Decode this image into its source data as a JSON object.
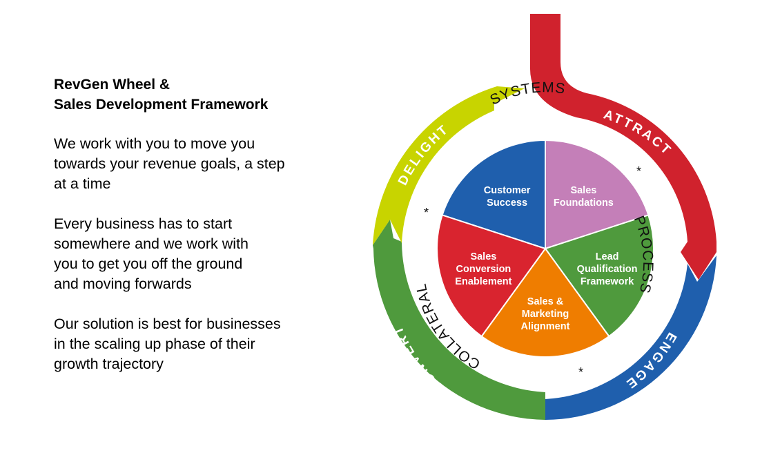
{
  "intro": {
    "heading_line1": "RevGen Wheel &",
    "heading_line2": "Sales Development Framework",
    "paragraphs": [
      "We work with you to move you\ntowards your revenue goals, a step\nat a time",
      "Every business has to start\nsomewhere and we work with\nyou to get you off the ground\nand moving forwards",
      "Our solution is best for businesses\nin the scaling up phase of their\ngrowth trajectory"
    ]
  },
  "wheel": {
    "segments": [
      {
        "line1": "Customer",
        "line2": "Success",
        "line3": "",
        "color": "#1f5fad"
      },
      {
        "line1": "Sales",
        "line2": "Foundations",
        "line3": "",
        "color": "#c47fb8"
      },
      {
        "line1": "Lead",
        "line2": "Qualification",
        "line3": "Framework",
        "color": "#4f9a3d"
      },
      {
        "line1": "Sales &",
        "line2": "Marketing",
        "line3": "Alignment",
        "color": "#ef7d00"
      },
      {
        "line1": "Sales",
        "line2": "Conversion",
        "line3": "Enablement",
        "color": "#d9242f"
      }
    ],
    "ring_labels": {
      "systems": "SYSTEMS",
      "process": "PROCESS",
      "collateral": "COLLATERAL"
    },
    "arrows": {
      "attract": {
        "label": "ATTRACT",
        "color": "#d0222d"
      },
      "engage": {
        "label": "ENGAGE",
        "color": "#1f5fad"
      },
      "convert": {
        "label": "CONVERT",
        "color": "#4f9a3d"
      },
      "delight": {
        "label": "DELIGHT",
        "color": "#c8d400"
      }
    },
    "asterisk": "*"
  }
}
